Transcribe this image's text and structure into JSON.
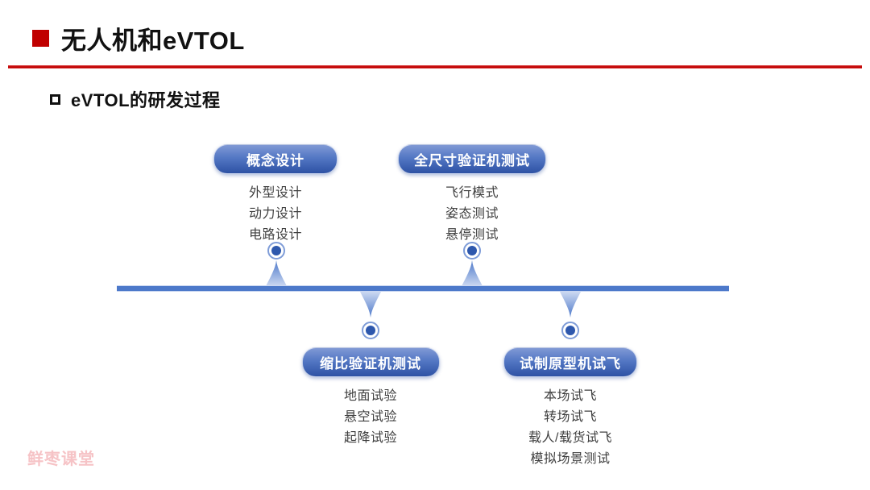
{
  "slide": {
    "title": "无人机和eVTOL",
    "subtitle": "eVTOL的研发过程",
    "watermark": "鲜枣课堂"
  },
  "colors": {
    "accent-red": "#c00000",
    "timeline-blue": "#4d79ca",
    "badge-top": "#8099d5",
    "badge-bottom": "#2e52a4",
    "dot-blue": "#2e58ad",
    "ring-blue": "#7e9cd8",
    "spike-light": "#ccd8f1",
    "text-dark": "#3f3f3f",
    "watermark-pink": "#f6c3c6"
  },
  "diagram": {
    "stages": [
      {
        "title": "概念设计",
        "position": "above",
        "items": [
          "外型设计",
          "动力设计",
          "电路设计"
        ]
      },
      {
        "title": "全尺寸验证机测试",
        "position": "above",
        "items": [
          "飞行模式",
          "姿态测试",
          "悬停测试"
        ]
      },
      {
        "title": "缩比验证机测试",
        "position": "below",
        "items": [
          "地面试验",
          "悬空试验",
          "起降试验"
        ]
      },
      {
        "title": "试制原型机试飞",
        "position": "below",
        "items": [
          "本场试飞",
          "转场试飞",
          "载人/载货试飞",
          "模拟场景测试"
        ]
      }
    ]
  }
}
